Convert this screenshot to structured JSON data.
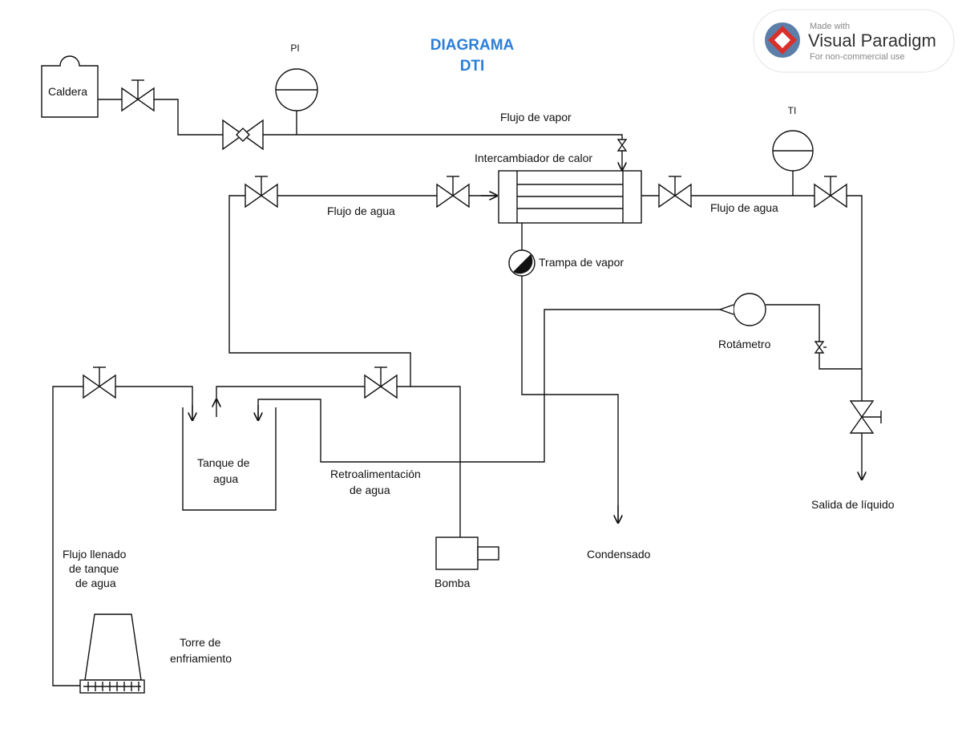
{
  "diagram": {
    "title_line1": "DIAGRAMA",
    "title_line2": "DTI",
    "title_color": "#2b7fd8",
    "labels": {
      "caldera": "Caldera",
      "pi": "PI",
      "ti": "TI",
      "flujo_vapor": "Flujo de vapor",
      "intercambiador": "Intercambiador de calor",
      "flujo_agua_left": "Flujo de agua",
      "flujo_agua_right": "Flujo de agua",
      "trampa_vapor": "Trampa de vapor",
      "rotametro": "Rotámetro",
      "tanque_1": "Tanque de",
      "tanque_2": "agua",
      "retro_1": "Retroalimentación",
      "retro_2": "de agua",
      "salida": "Salida de líquido",
      "bomba": "Bomba",
      "condensado": "Condensado",
      "llenado_1": "Flujo llenado",
      "llenado_2": "de tanque",
      "llenado_3": "de agua",
      "torre_1": "Torre de",
      "torre_2": "enfriamiento"
    }
  },
  "watermark": {
    "made_with": "Made with",
    "name": "Visual Paradigm",
    "sub": "For non-commercial use"
  }
}
